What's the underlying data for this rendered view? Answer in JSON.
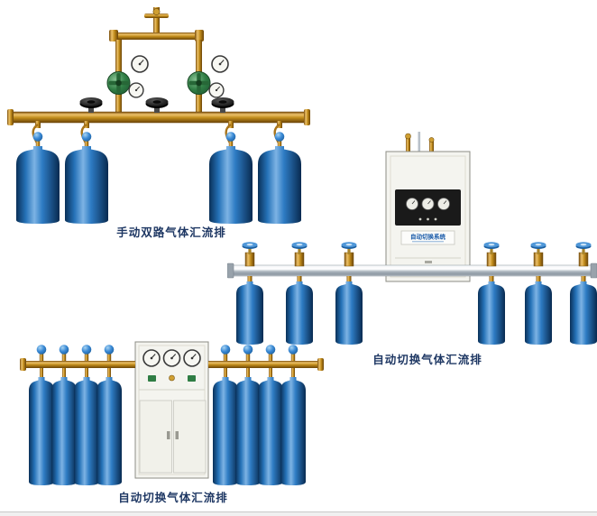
{
  "page": {
    "background": "#ffffff"
  },
  "products": [
    {
      "id": "manual-dual-manifold",
      "caption": "手动双路气体汇流排",
      "cylinders": 4
    },
    {
      "id": "auto-switch-manifold-a",
      "caption": "自动切换气体汇流排",
      "cabinet_label": "自动切换系统",
      "cylinders": 6
    },
    {
      "id": "auto-switch-manifold-b",
      "caption": "自动切换气体汇流排",
      "cylinders": 8
    }
  ],
  "colors": {
    "caption": "#1f3864",
    "cylinder_blue": "#2e7cc4",
    "pipe_brass": "#c9921f",
    "pipe_silver": "#a8b2bb",
    "cabinet_body": "#f4f4ef",
    "nameplate_text": "#1558a8"
  }
}
